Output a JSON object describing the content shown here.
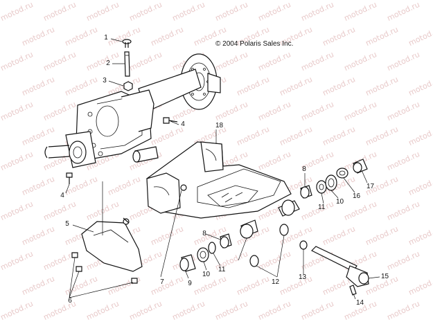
{
  "diagram": {
    "copyright": "© 2004 Polaris Sales Inc.",
    "watermark": "motod.ru",
    "callouts": [
      {
        "id": "c1",
        "label": "1"
      },
      {
        "id": "c2",
        "label": "2"
      },
      {
        "id": "c3",
        "label": "3"
      },
      {
        "id": "c4a",
        "label": "4"
      },
      {
        "id": "c4b",
        "label": "4"
      },
      {
        "id": "c5",
        "label": "5"
      },
      {
        "id": "c6",
        "label": "6"
      },
      {
        "id": "c7",
        "label": "7"
      },
      {
        "id": "c8a",
        "label": "8"
      },
      {
        "id": "c8b",
        "label": "8"
      },
      {
        "id": "c9",
        "label": "9"
      },
      {
        "id": "c10a",
        "label": "10"
      },
      {
        "id": "c10b",
        "label": "10"
      },
      {
        "id": "c11a",
        "label": "11"
      },
      {
        "id": "c11b",
        "label": "11"
      },
      {
        "id": "c12",
        "label": "12"
      },
      {
        "id": "c13",
        "label": "13"
      },
      {
        "id": "c14",
        "label": "14"
      },
      {
        "id": "c15",
        "label": "15"
      },
      {
        "id": "c16",
        "label": "16"
      },
      {
        "id": "c17",
        "label": "17"
      },
      {
        "id": "c18",
        "label": "18"
      }
    ]
  }
}
